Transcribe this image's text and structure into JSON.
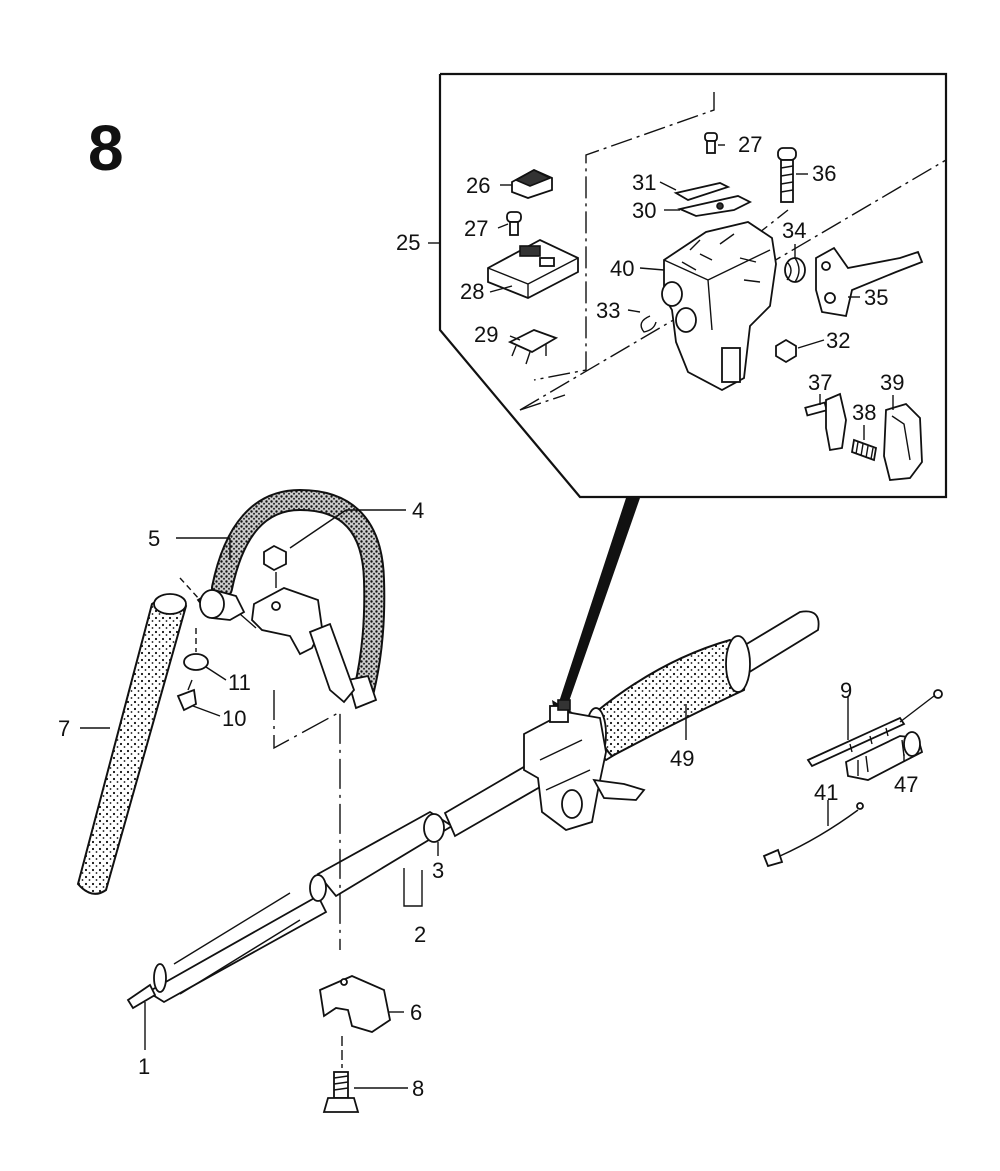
{
  "figure": {
    "number": "8"
  },
  "labels": {
    "27a": "27",
    "36": "36",
    "26": "26",
    "31": "31",
    "30": "30",
    "27b": "27",
    "34": "34",
    "25": "25",
    "40": "40",
    "28": "28",
    "35": "35",
    "33": "33",
    "29": "29",
    "32": "32",
    "37": "37",
    "39": "39",
    "38": "38",
    "4": "4",
    "5": "5",
    "11": "11",
    "9": "9",
    "10": "10",
    "7": "7",
    "49": "49",
    "47": "47",
    "41": "41",
    "3": "3",
    "2": "2",
    "6": "6",
    "1": "1",
    "8": "8"
  }
}
